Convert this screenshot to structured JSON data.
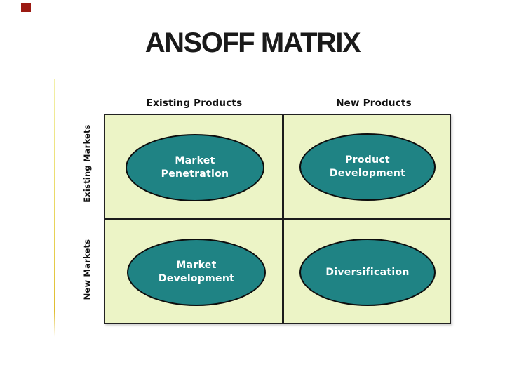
{
  "title": "ANSOFF MATRIX",
  "matrix": {
    "columns": [
      {
        "label": "Existing Products"
      },
      {
        "label": "New Products"
      }
    ],
    "rows": [
      {
        "label": "Existing Markets"
      },
      {
        "label": "New Markets"
      }
    ],
    "quadrants": [
      {
        "name": "Market Penetration",
        "line1": "Market",
        "line2": "Penetration",
        "row": "Existing Markets",
        "column": "Existing Products"
      },
      {
        "name": "Product Development",
        "line1": "Product",
        "line2": "Development",
        "row": "Existing Markets",
        "column": "New Products"
      },
      {
        "name": "Market Development",
        "line1": "Market",
        "line2": "Development",
        "row": "New Markets",
        "column": "Existing Products"
      },
      {
        "name": "Diversification",
        "line1": "Diversification",
        "line2": "",
        "row": "New Markets",
        "column": "New Products"
      }
    ]
  },
  "colors": {
    "accent_square": "#9b1a12",
    "accent_line": "#e5cc4a",
    "cell_bg": "#ecf4c6",
    "ellipse_fill": "#1f8384",
    "ellipse_text": "#ffffff",
    "grid_line": "#1b1b1b",
    "title_text": "#1a1a1a"
  }
}
